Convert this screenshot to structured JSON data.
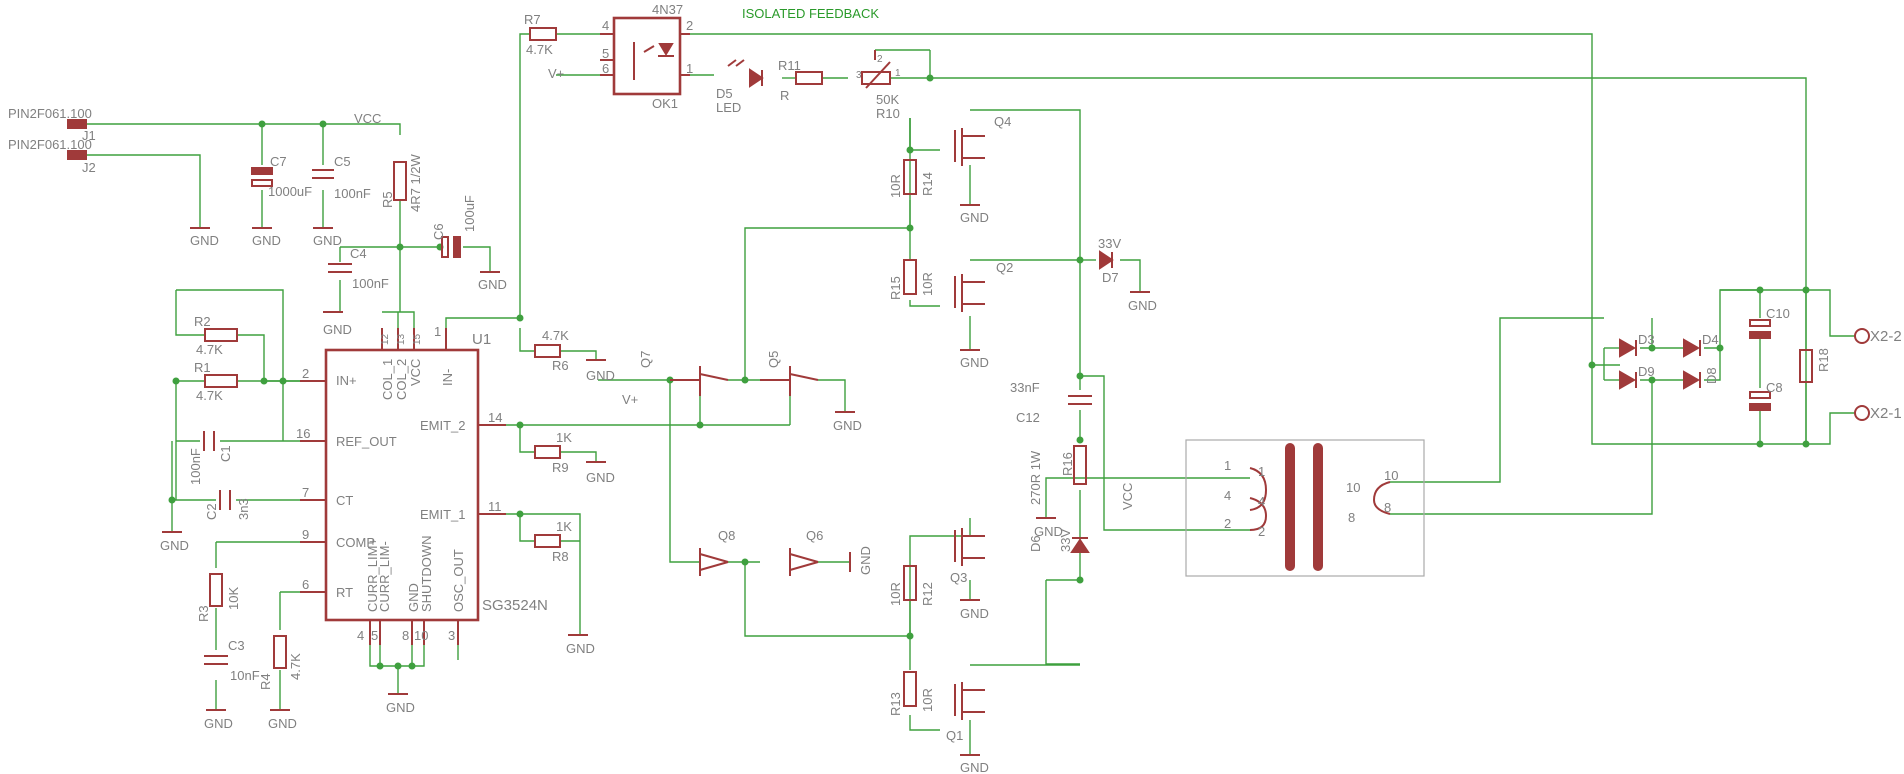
{
  "title": "ISOLATED FEEDBACK",
  "connectors": {
    "j1_part": "PIN2F061.100",
    "j1": "J1",
    "j2_part": "PIN2F061.100",
    "j2": "J2",
    "x22": "X2-2",
    "x21": "X2-1"
  },
  "nets": {
    "vcc": "VCC",
    "vplus": "V+",
    "vcc_xfmr": "VCC"
  },
  "gnd": "GND",
  "parts": {
    "r7": "R7",
    "r7v": "4.7K",
    "ok1_type": "4N37",
    "ok1": "OK1",
    "d5": "D5",
    "d5v": "LED",
    "r11": "R11",
    "r11v": "R",
    "r10": "R10",
    "r10v": "50K",
    "c7": "C7",
    "c7v": "1000uF",
    "c5": "C5",
    "c5v": "100nF",
    "r5": "R5",
    "r5v": "4R7 1/2W",
    "c6": "C6",
    "c6v": "100uF",
    "c4": "C4",
    "c4v": "100nF",
    "r2": "R2",
    "r2v": "4.7K",
    "r1": "R1",
    "r1v": "4.7K",
    "c1": "C1",
    "c1v": "100nF",
    "c2": "C2",
    "c2v": "3n3",
    "r3": "R3",
    "r3v": "10K",
    "c3": "C3",
    "c3v": "10nF",
    "r4": "R4",
    "r4v": "4.7K",
    "u1": "U1",
    "u1_type": "SG3524N",
    "r6": "R6",
    "r6v": "4.7K",
    "r9": "R9",
    "r9v": "1K",
    "r8": "R8",
    "r8v": "1K",
    "q7": "Q7",
    "q5": "Q5",
    "q8": "Q8",
    "q6": "Q6",
    "q4": "Q4",
    "r14": "R14",
    "r14v": "10R",
    "r15": "R15",
    "r15v": "10R",
    "q2": "Q2",
    "d7": "D7",
    "d7v": "33V",
    "c12": "C12",
    "c12v": "33nF",
    "r16": "R16",
    "r16v": "270R 1W",
    "d6": "D6",
    "d6v": "33V",
    "q3": "Q3",
    "r12": "R12",
    "r12v": "10R",
    "r13": "R13",
    "r13v": "10R",
    "q1": "Q1",
    "d3": "D3",
    "d4": "D4",
    "d9": "D9",
    "d8": "D8",
    "c10": "C10",
    "c8": "C8",
    "r18": "R18"
  },
  "u1_pins": {
    "in_plus": "IN+",
    "ref_out": "REF_OUT",
    "ct": "CT",
    "comp": "COMP",
    "rt": "RT",
    "col1": "COL_1",
    "col2": "COL_2",
    "vcc": "VCC",
    "in_minus": "IN-",
    "emit2": "EMIT_2",
    "emit1": "EMIT_1",
    "curr_lim_plus": "CURR_LIM+",
    "curr_lim_minus": "CURR_LIM-",
    "gnd": "GND",
    "shutdown": "SHUTDOWN",
    "osc_out": "OSC_OUT"
  },
  "pin_numbers": {
    "p1": "1",
    "p2": "2",
    "p3": "3",
    "p4": "4",
    "p5": "5",
    "p6": "6",
    "p7": "7",
    "p8": "8",
    "p9": "9",
    "p10": "10",
    "p11": "11",
    "p12": "12",
    "p13": "13",
    "p14": "14",
    "p15": "15",
    "p16": "16"
  }
}
